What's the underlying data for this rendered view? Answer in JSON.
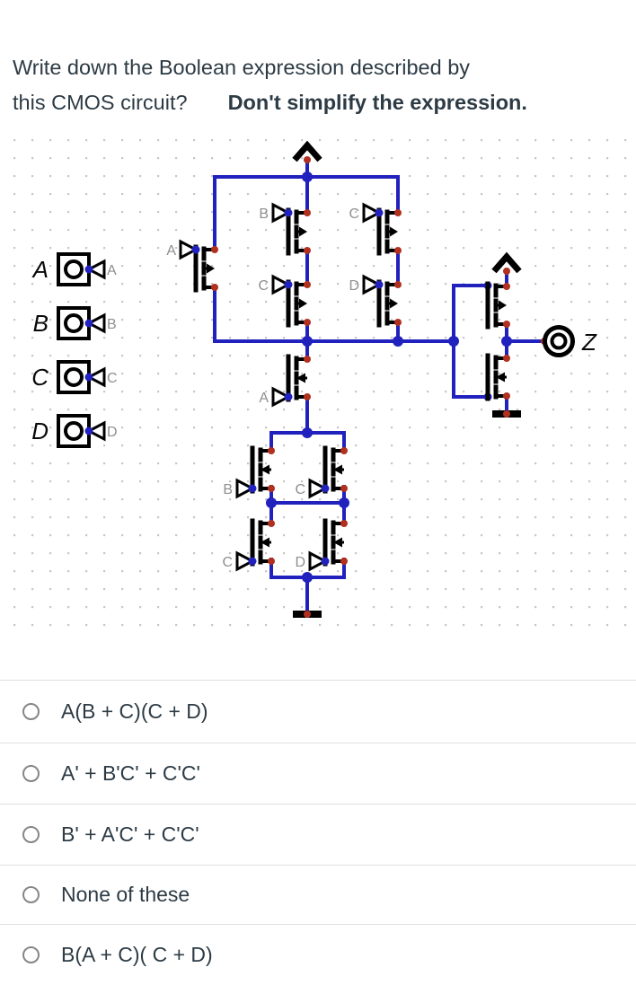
{
  "question": {
    "line1": "Write down the Boolean expression described by",
    "line2": "this CMOS circuit?",
    "line2_bold": "Don't simplify the expression."
  },
  "circuit": {
    "inputs": [
      {
        "label": "A",
        "tunnel": "A"
      },
      {
        "label": "B",
        "tunnel": "B"
      },
      {
        "label": "C",
        "tunnel": "C"
      },
      {
        "label": "D",
        "tunnel": "D"
      }
    ],
    "pullup_gates": {
      "left": "A",
      "mid_top": "B",
      "mid_bottom": "C",
      "right_top": "C",
      "right_bottom": "D"
    },
    "pulldown_gates": {
      "series": "A",
      "left_top": "B",
      "right_top": "C",
      "left_bottom": "C",
      "right_bottom": "D"
    },
    "output_label": "Z"
  },
  "options": [
    {
      "label": "A(B + C)(C + D)"
    },
    {
      "label": "A' + B'C' + C'C'"
    },
    {
      "label": "B' + A'C' + C'C'"
    },
    {
      "label": "None of these"
    },
    {
      "label": "B(A + C)( C + D)"
    }
  ],
  "colors": {
    "wire": "#2121bd",
    "terminal": "#b1301f",
    "ink": "#2d3b45",
    "gate_label": "#8f8f8f"
  }
}
